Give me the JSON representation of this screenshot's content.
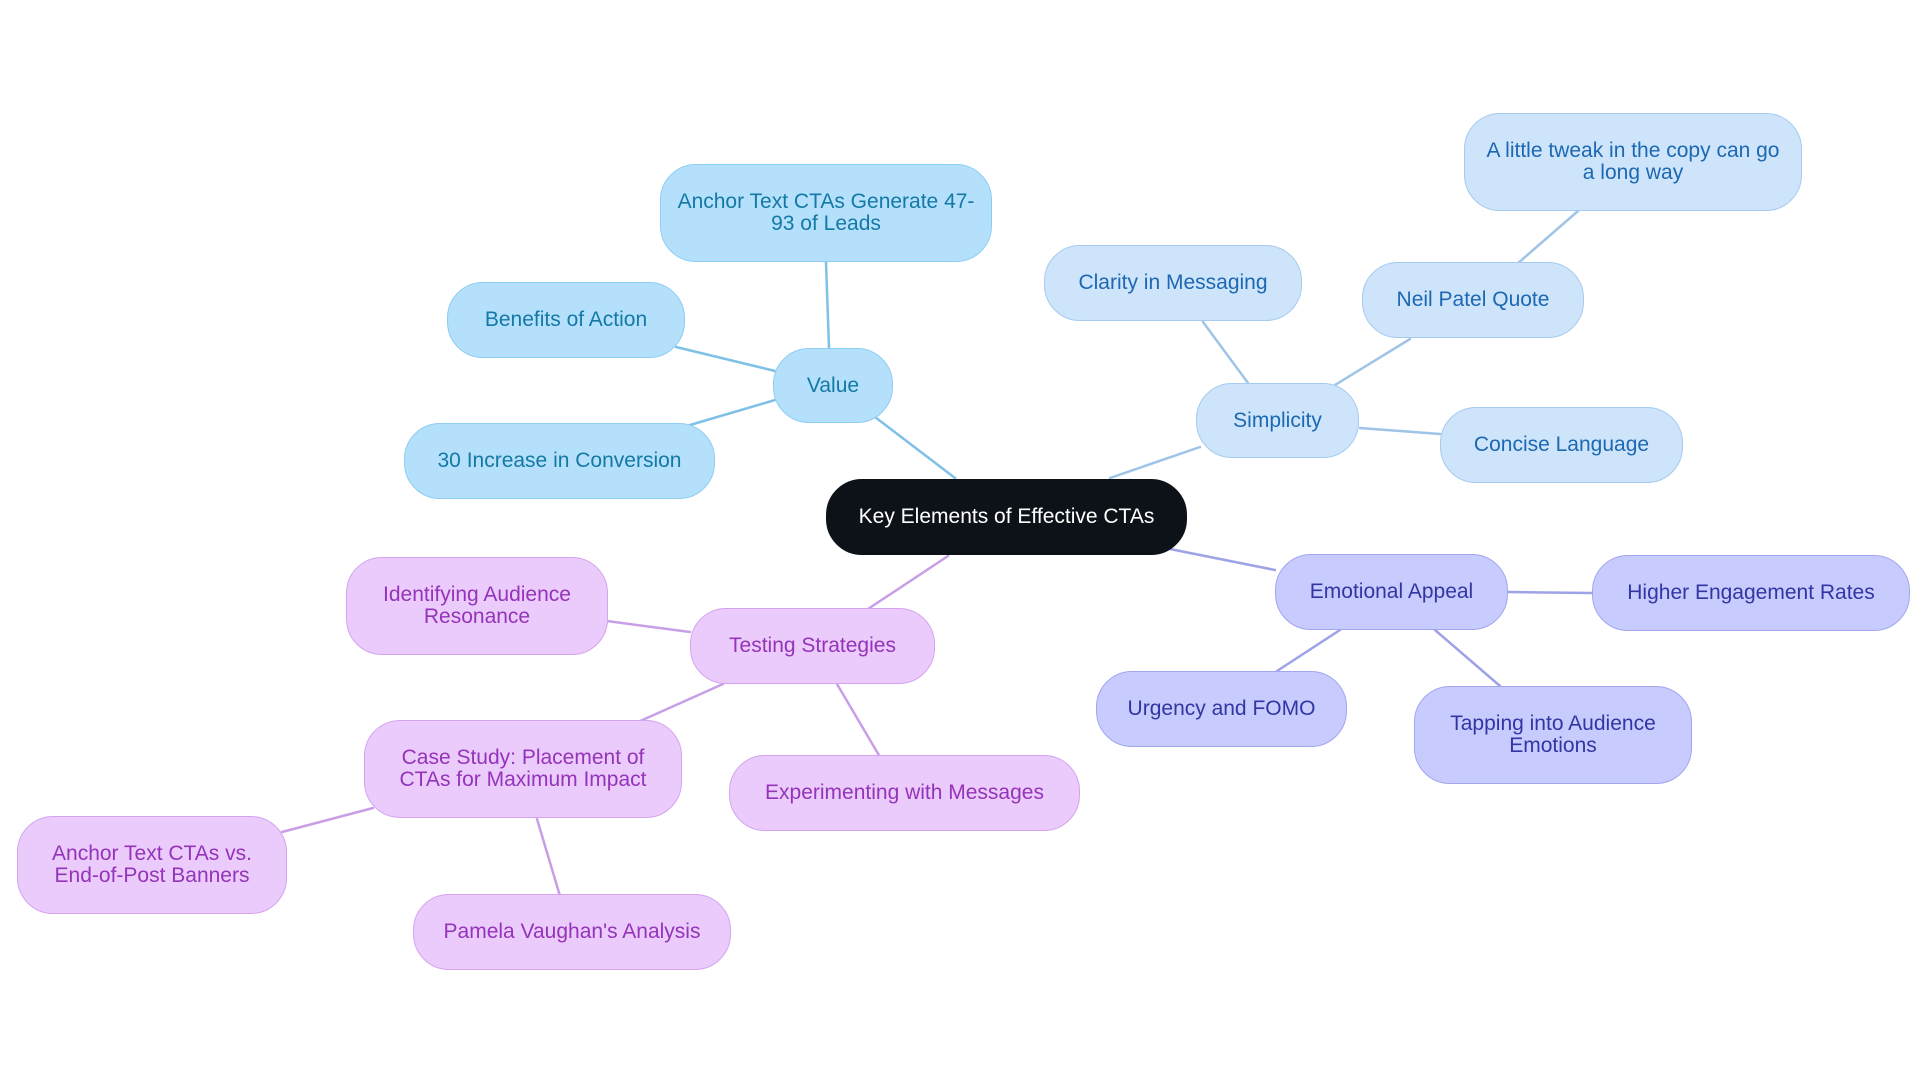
{
  "colors": {
    "root_fill": "#0d1219",
    "root_text": "#ffffff",
    "value": {
      "fill": "#b4e0fc",
      "border": "#8ecdf2",
      "text": "#1479a5",
      "edge": "#7ec0e6"
    },
    "simplicity": {
      "fill": "#cde4fb",
      "border": "#a7cbee",
      "text": "#1d68b2",
      "edge": "#9fc4e8"
    },
    "emotional": {
      "fill": "#c8cbfd",
      "border": "#a2a6ee",
      "text": "#3136a3",
      "edge": "#9ea2e6"
    },
    "testing": {
      "fill": "#ebcafc",
      "border": "#d4a5ee",
      "text": "#9434b8",
      "edge": "#c89fe6"
    }
  },
  "root": {
    "label": "Key Elements of Effective CTAs"
  },
  "value": {
    "label": "Value",
    "anchor_leads": "Anchor Text CTAs Generate 47-93 of Leads",
    "benefits": "Benefits of Action",
    "increase": "30 Increase in Conversion"
  },
  "simplicity": {
    "label": "Simplicity",
    "clarity": "Clarity in Messaging",
    "neil": "Neil Patel Quote",
    "tweak": "A little tweak in the copy can go a long way",
    "concise": "Concise Language"
  },
  "emotional": {
    "label": "Emotional Appeal",
    "engagement": "Higher Engagement Rates",
    "urgency": "Urgency and FOMO",
    "tapping": "Tapping into Audience Emotions"
  },
  "testing": {
    "label": "Testing Strategies",
    "identifying": "Identifying Audience Resonance",
    "case_study": "Case Study: Placement of CTAs for Maximum Impact",
    "experimenting": "Experimenting with Messages",
    "anchor_vs": "Anchor Text CTAs vs. End-of-Post Banners",
    "pamela": "Pamela Vaughan's Analysis"
  }
}
